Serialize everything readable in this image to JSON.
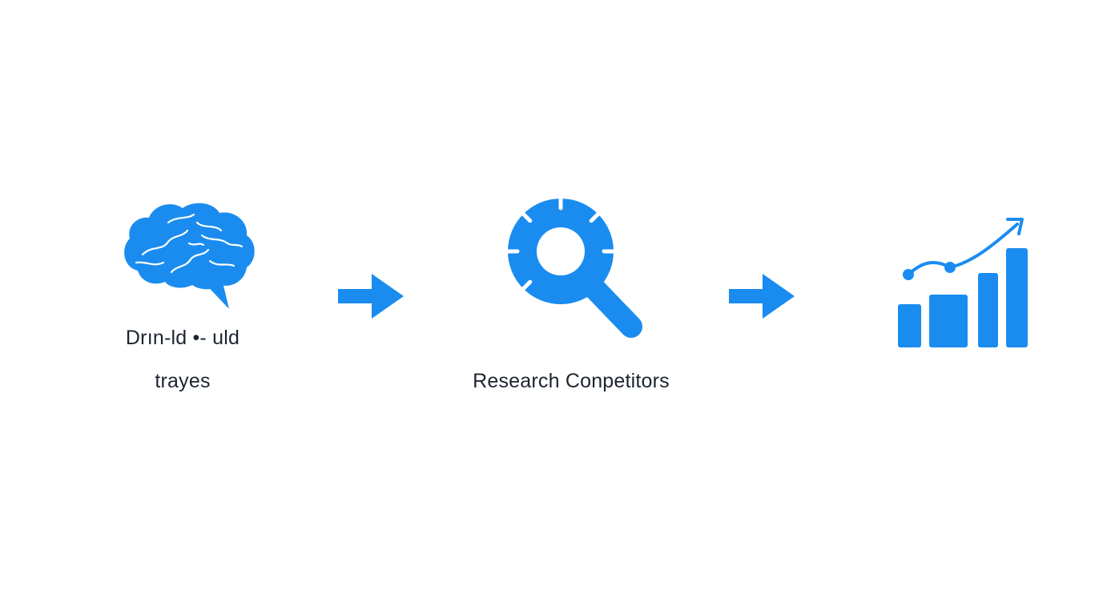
{
  "diagram": {
    "accent_color": "#1a8cf0",
    "text_color": "#1c2530",
    "steps": [
      {
        "icon": "brain-icon",
        "label_line1": "Drın-ld •- uld",
        "label_line2": "trayes"
      },
      {
        "icon": "magnifier-gear-icon",
        "label_line1": "Research Conpetitors"
      },
      {
        "icon": "growth-bar-chart-icon"
      }
    ],
    "connectors": [
      {
        "icon": "arrow-right-icon"
      },
      {
        "icon": "arrow-right-icon"
      }
    ]
  }
}
